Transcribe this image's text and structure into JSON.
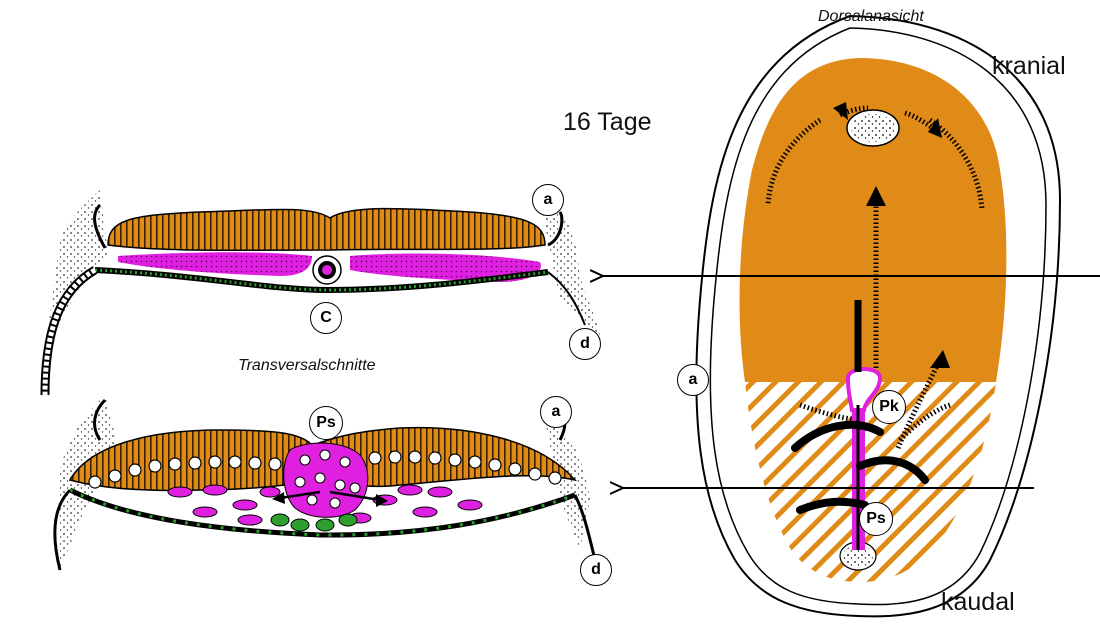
{
  "labels": {
    "view_title": "Dorsalanasicht",
    "cranial": "kranial",
    "caudal": "kaudal",
    "age": "16 Tage",
    "sections_title": "Transversalschnitte"
  },
  "markers": {
    "a_top": "a",
    "d_top": "d",
    "c": "C",
    "a_left_embryo": "a",
    "ps_mid": "Ps",
    "a_mid": "a",
    "d_bottom": "d",
    "pk": "Pk",
    "ps_embryo": "Ps"
  },
  "colors": {
    "ectoderm": "#E08A17",
    "mesoderm": "#E020E0",
    "endoderm": "#2E9E2E",
    "notochord": "#E020E0",
    "outline": "#000000"
  }
}
